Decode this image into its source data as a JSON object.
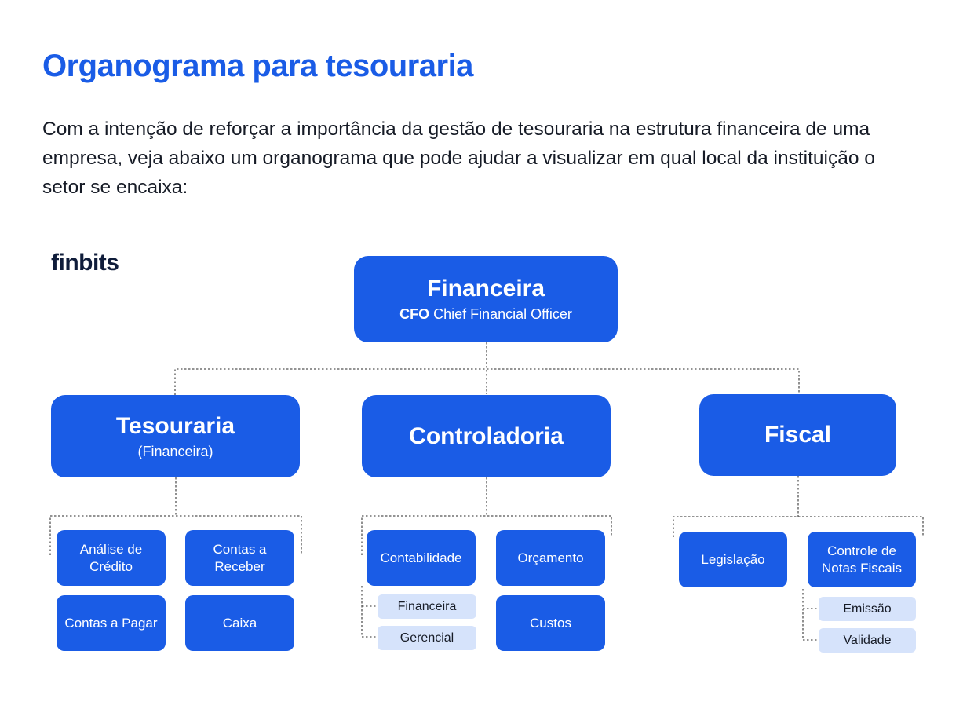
{
  "page": {
    "title": "Organograma para tesouraria",
    "intro": "Com a intenção de reforçar a importância da gestão de tesouraria na estrutura financeira de uma empresa, veja abaixo um organograma que pode ajudar a visualizar em qual local da instituição o setor se encaixa:",
    "logo": "finbits"
  },
  "colors": {
    "primary": "#1a5ce6",
    "sub_fill": "#d6e3fb",
    "text": "#161b26",
    "logo": "#0f1c3a",
    "connector": "#555555"
  },
  "org": {
    "root": {
      "title": "Financeira",
      "subtitle_bold": "CFO",
      "subtitle": "Chief Financial Officer"
    },
    "tesouraria": {
      "title": "Tesouraria",
      "subtitle": "(Financeira)",
      "items": [
        "Análise de Crédito",
        "Contas a Receber",
        "Contas a Pagar",
        "Caixa"
      ]
    },
    "controladoria": {
      "title": "Controladoria",
      "items": [
        "Contabilidade",
        "Orçamento",
        "Custos"
      ],
      "contabilidade_sub": [
        "Financeira",
        "Gerencial"
      ]
    },
    "fiscal": {
      "title": "Fiscal",
      "items": [
        "Legislação",
        "Controle de Notas Fiscais"
      ],
      "notas_sub": [
        "Emissão",
        "Validade"
      ]
    }
  }
}
